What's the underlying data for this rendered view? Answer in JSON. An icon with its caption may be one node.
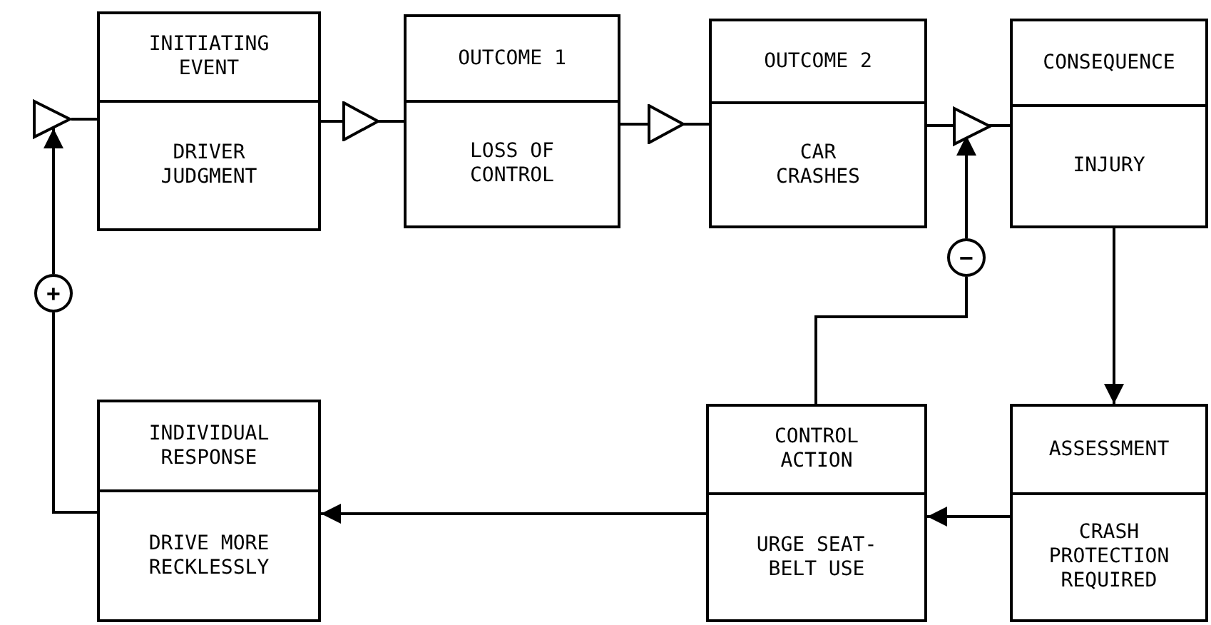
{
  "diagram": {
    "nodes": [
      {
        "text": [],
        "shape": "triangle"
      },
      {
        "text": [
          "INITIATING EVENT",
          "DRIVER JUDGMENT"
        ]
      },
      {
        "text": [
          "OUTCOME 1",
          "LOSS OF CONTROL"
        ]
      },
      {
        "text": [
          "OUTCOME 2",
          "CAR CRASHES"
        ]
      },
      {
        "text": [],
        "shape": "triangle"
      },
      {
        "text": [
          "CONSEQUENCE",
          "INJURY"
        ]
      },
      {
        "text": [
          "+"
        ]
      },
      {
        "text": [
          "−"
        ]
      },
      {
        "text": [
          "INDIVIDUAL RESPONSE",
          "DRIVE MORE RECKLESSLY"
        ]
      },
      {
        "text": [
          "CONTROL ACTION",
          "URGE SEAT- BELT USE"
        ]
      },
      {
        "text": [
          "ASSESSMENT",
          "CRASH PROTECTION REQUIRED"
        ]
      }
    ],
    "edges": [
      {
        "from": 0,
        "to": 1,
        "arrow": "none"
      },
      {
        "from": 1,
        "to": 2,
        "arrow": "to"
      },
      {
        "from": 2,
        "to": 3,
        "arrow": "to"
      },
      {
        "from": 3,
        "to": 4,
        "arrow": "none"
      },
      {
        "from": 4,
        "to": 5,
        "arrow": "none"
      },
      {
        "from": 5,
        "to": 10,
        "arrow": "to"
      },
      {
        "from": 10,
        "to": 9,
        "arrow": "to"
      },
      {
        "from": 9,
        "to": 8,
        "arrow": "to"
      },
      {
        "from": 9,
        "to": 7,
        "arrow": "none"
      },
      {
        "from": 7,
        "to": 4,
        "arrow": "to"
      },
      {
        "from": 8,
        "to": 6,
        "arrow": "none"
      },
      {
        "from": 6,
        "to": 0,
        "arrow": "to"
      }
    ]
  }
}
